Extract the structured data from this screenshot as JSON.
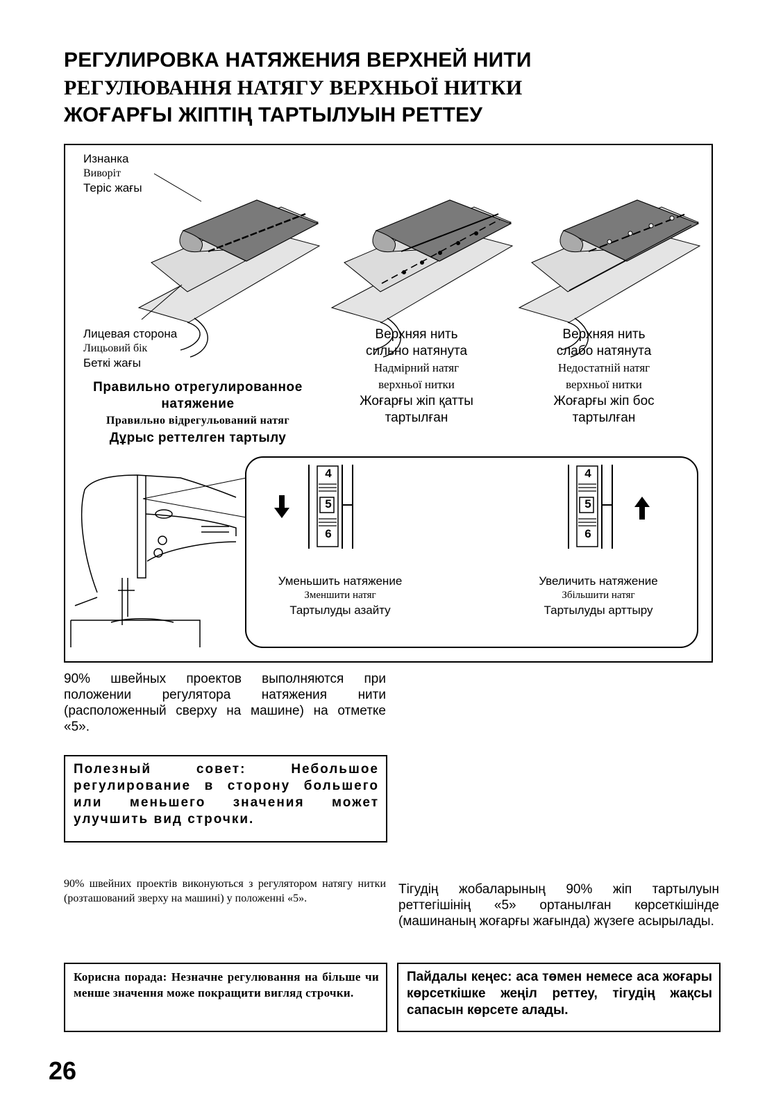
{
  "titles": {
    "ru": "РЕГУЛИРОВКА НАТЯЖЕНИЯ ВЕРХНЕЙ НИТИ",
    "uk": "РЕГУЛЮВАННЯ НАТЯГУ ВЕРХНЬОЇ НИТКИ",
    "kk": "ЖОҒАРҒЫ ЖІПТІҢ ТАРТЫЛУЫН РЕТТЕУ"
  },
  "figure": {
    "wrong_side": {
      "ru": "Изнанка",
      "uk": "Виворіт",
      "kk": "Теріс жағы"
    },
    "right_side": {
      "ru": "Лицевая сторона",
      "uk": "Лицьовий бік",
      "kk": "Беткі жағы"
    },
    "correct": {
      "ru_line1": "Правильно отрегулированное",
      "ru_line2": "натяжение",
      "uk": "Правильно відрегульований натяг",
      "kk": "Дұрыс реттелген тартылу"
    },
    "tight": {
      "ru_line1": "Верхняя нить",
      "ru_line2": "сильно натянута",
      "uk_line1": "Надмірний натяг",
      "uk_line2": "верхньої нитки",
      "kk_line1": "Жоғарғы жіп қатты",
      "kk_line2": "тартылған"
    },
    "loose": {
      "ru_line1": "Верхняя нить",
      "ru_line2": "слабо натянута",
      "uk_line1": "Недостатній натяг",
      "uk_line2": "верхньої нитки",
      "kk_line1": "Жоғарғы жіп бос",
      "kk_line2": "тартылған"
    },
    "dial": {
      "marks": [
        "4",
        "5",
        "6"
      ],
      "decrease": {
        "ru": "Уменьшить натяжение",
        "uk": "Зменшити натяг",
        "kk": "Тартылуды азайту"
      },
      "increase": {
        "ru": "Увеличить натяжение",
        "uk": "Збільшити натяг",
        "kk": "Тартылуды арттыру"
      },
      "arrow_down_icon": "arrow-down-icon",
      "arrow_up_icon": "arrow-up-icon"
    }
  },
  "body": {
    "ru_para": "90% швейных проектов выполняются при положении регулятора натяжения нити (расположенный сверху на машине) на отметке «5».",
    "ru_tip": "Полезный совет: Небольшое регулирование в сторону большего или меньшего значения может улучшить вид строчки.",
    "uk_para": "90% швейних проектів виконуються з регулятором натягу нитки (розташований зверху на машині) у положенні «5».",
    "uk_tip": "Корисна порада: Незначне регулювання на більше чи менше значення може покращити вигляд строчки.",
    "kk_para": "Тігудің жобаларының 90% жіп тартылуын реттегішінің «5» ортанылған көрсеткішінде (машинаның жоғарғы жағында) жүзеге асырылады.",
    "kk_tip": "Пайдалы кеңес: аса төмен немесе аса жоғары көрсеткішке жеңіл реттеу, тігудің жақсы сапасын көрсете алады."
  },
  "page_number": "26"
}
